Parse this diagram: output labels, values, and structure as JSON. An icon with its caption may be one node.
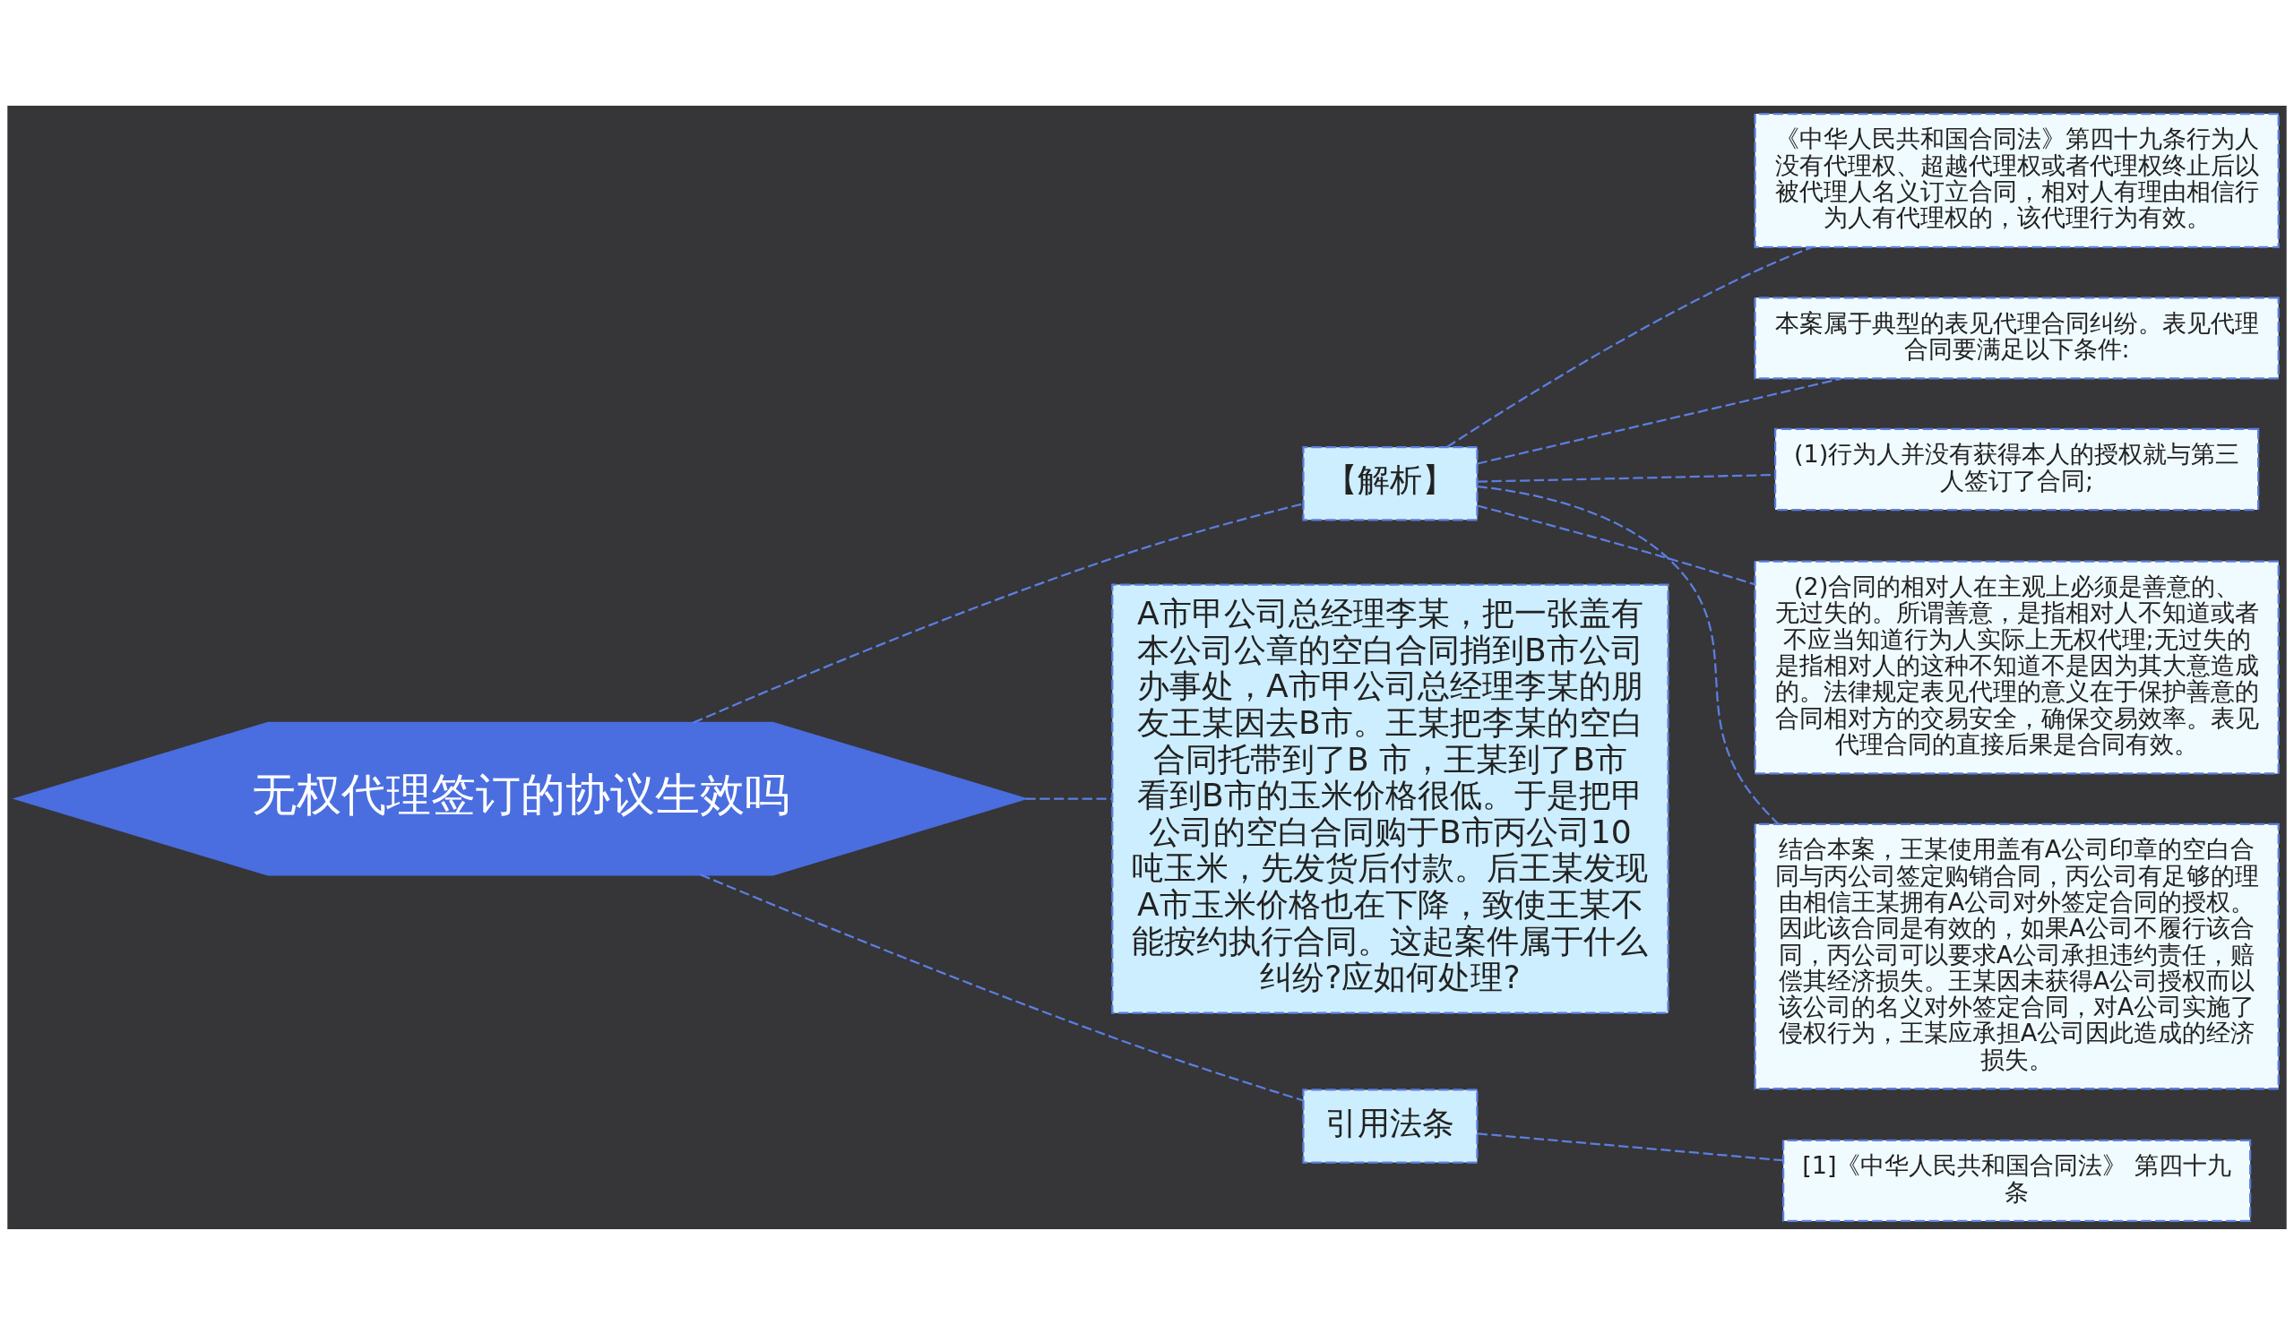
{
  "diagram": {
    "nodes": [
      {
        "text": [
          "无权代理签订的协议生效吗"
        ]
      },
      {
        "text": [
          "【解析】"
        ]
      },
      {
        "text": [
          "《中华人民共和国合同法》第四十九条行为人没有代理权、超越代理权或者代理权终止后以被代理人名义订立合同，相对人有理由相信行为人有代理权的，该代理行为有效。"
        ]
      },
      {
        "text": [
          "本案属于典型的表见代理合同纠纷。表见代理合同要满足以下条件:"
        ]
      },
      {
        "text": [
          "(1)行为人并没有获得本人的授权就与第三人签订了合同;"
        ]
      },
      {
        "text": [
          "(2)合同的相对人在主观上必须是善意的、无过失的。所谓善意，是指相对人不知道或者不应当知道行为人实际上无权代理;无过失的是指相对人的这种不知道不是因为其大意造成的。法律规定表见代理的意义在于保护善意的合同相对方的交易安全，确保交易效率。表见代理合同的直接后果是合同有效。"
        ]
      },
      {
        "text": [
          "结合本案，王某使用盖有A公司印章的空白合同与丙公司签定购销合同，丙公司有足够的理由相信王某拥有A公司对外签定合同的授权。因此该合同是有效的，如果A公司不履行该合同，丙公司可以要求A公司承担违约责任，赔偿其经济损失。王某因未获得A公司授权而以该公司的名义对外签定合同，对A公司实施了侵权行为，王某应承担A公司因此造成的经济损失。"
        ]
      },
      {
        "text": [
          "A市甲公司总经理李某，把一张盖有本公司公章的空白合同捎到B市公司办事处，A市甲公司总经理李某的朋友王某因去B市。王某把李某的空白合同托带到了B 市，王某到了B市看到B市的玉米价格很低。于是把甲公司的空白合同购于B市丙公司10吨玉米，先发货后付款。后王某发现A市玉米价格也在下降，致使王某不能按约执行合同。这起案件属于什么纠纷?应如何处理?"
        ]
      },
      {
        "text": [
          "引用法条"
        ]
      },
      {
        "text": [
          "[1]《中华人民共和国合同法》 第四十九条"
        ]
      }
    ],
    "edges": [
      {
        "from": 0,
        "to": 1,
        "arrow": "none",
        "style": "dashed"
      },
      {
        "from": 1,
        "to": 2,
        "arrow": "none",
        "style": "dashed"
      },
      {
        "from": 1,
        "to": 3,
        "arrow": "none",
        "style": "dashed"
      },
      {
        "from": 1,
        "to": 4,
        "arrow": "none",
        "style": "dashed"
      },
      {
        "from": 1,
        "to": 5,
        "arrow": "none",
        "style": "dashed"
      },
      {
        "from": 1,
        "to": 6,
        "arrow": "none",
        "style": "dashed"
      },
      {
        "from": 0,
        "to": 7,
        "arrow": "none",
        "style": "dashed"
      },
      {
        "from": 0,
        "to": 8,
        "arrow": "none",
        "style": "dashed"
      },
      {
        "from": 8,
        "to": 9,
        "arrow": "none",
        "style": "dashed"
      }
    ]
  }
}
